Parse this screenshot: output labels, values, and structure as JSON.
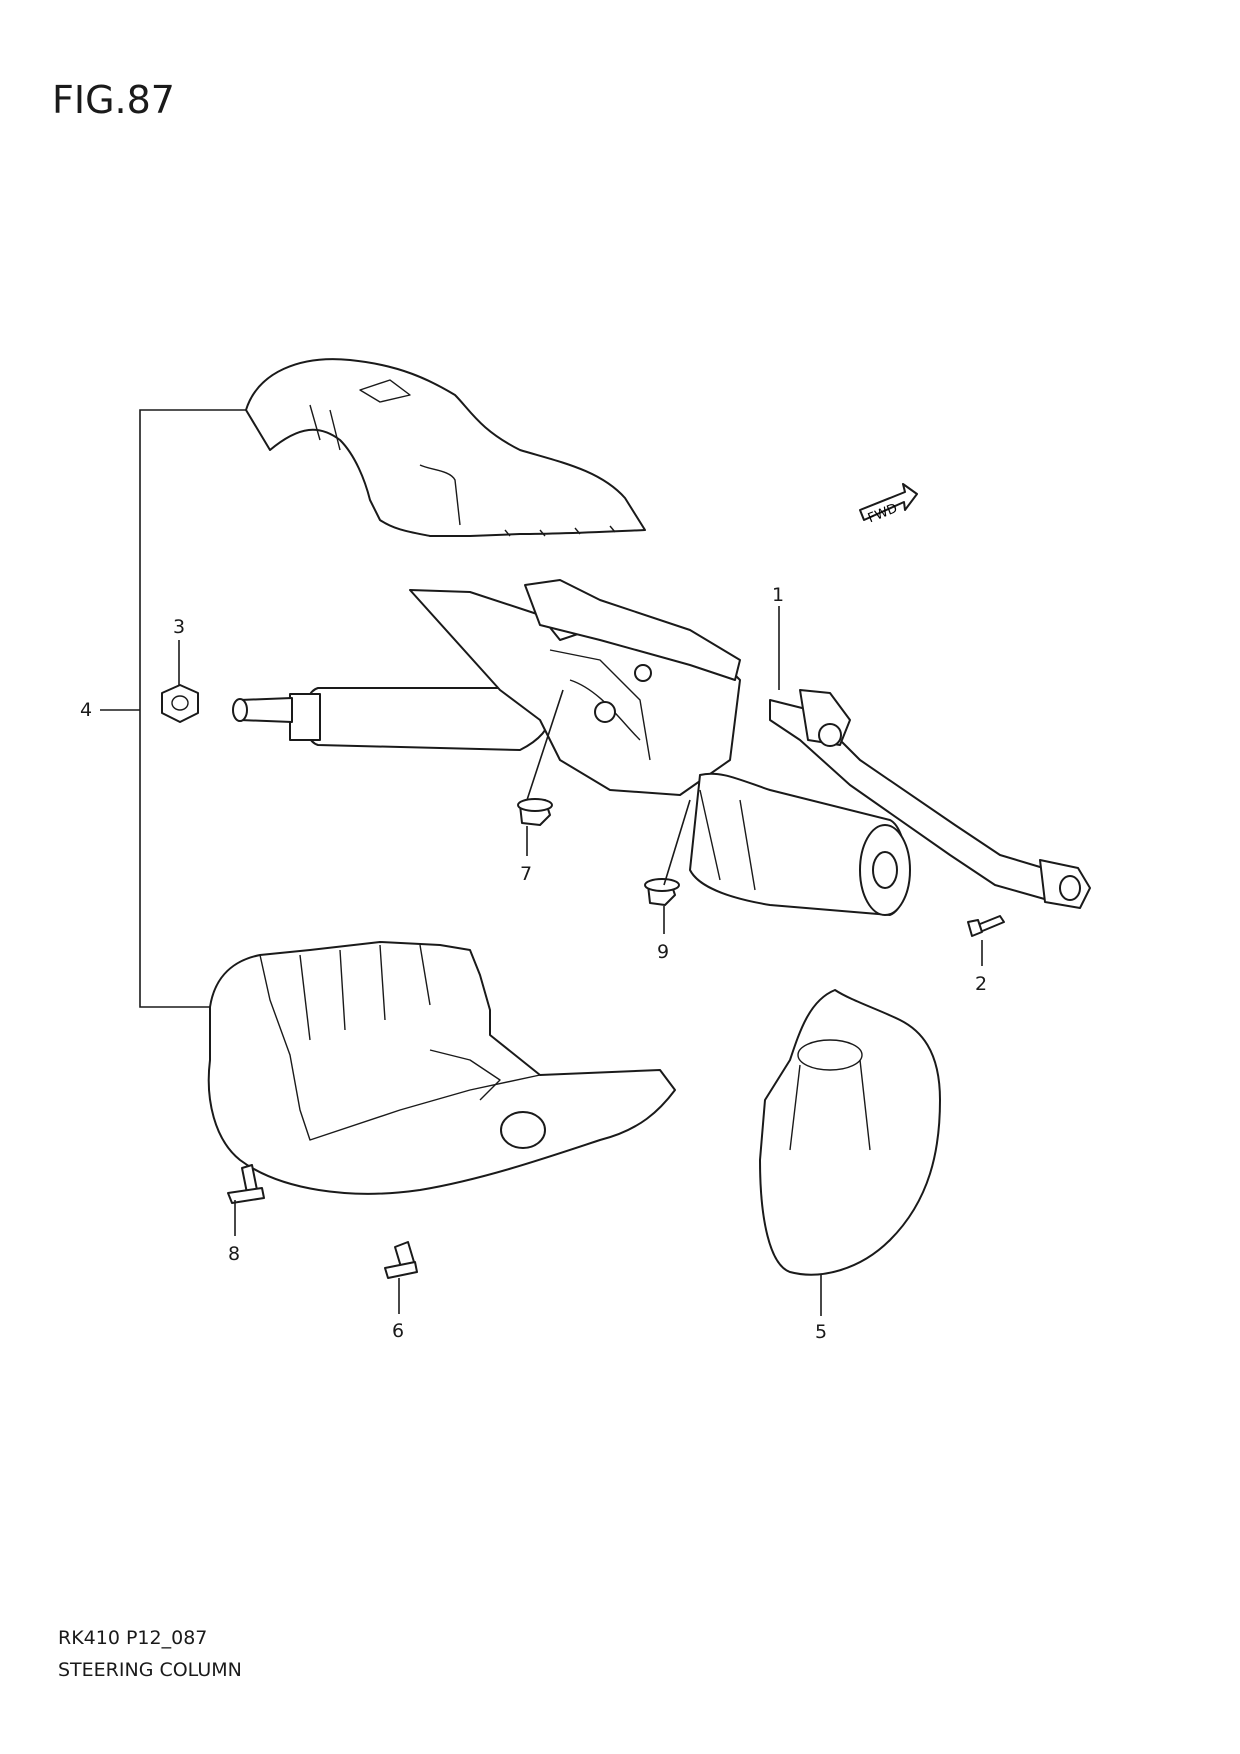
{
  "figure": {
    "title": "FIG.87"
  },
  "footer": {
    "code": "RK410 P12_087",
    "name": "STEERING COLUMN"
  },
  "direction": {
    "label": "FWD"
  },
  "callouts": [
    "1",
    "2",
    "3",
    "4",
    "5",
    "6",
    "7",
    "8",
    "9"
  ]
}
